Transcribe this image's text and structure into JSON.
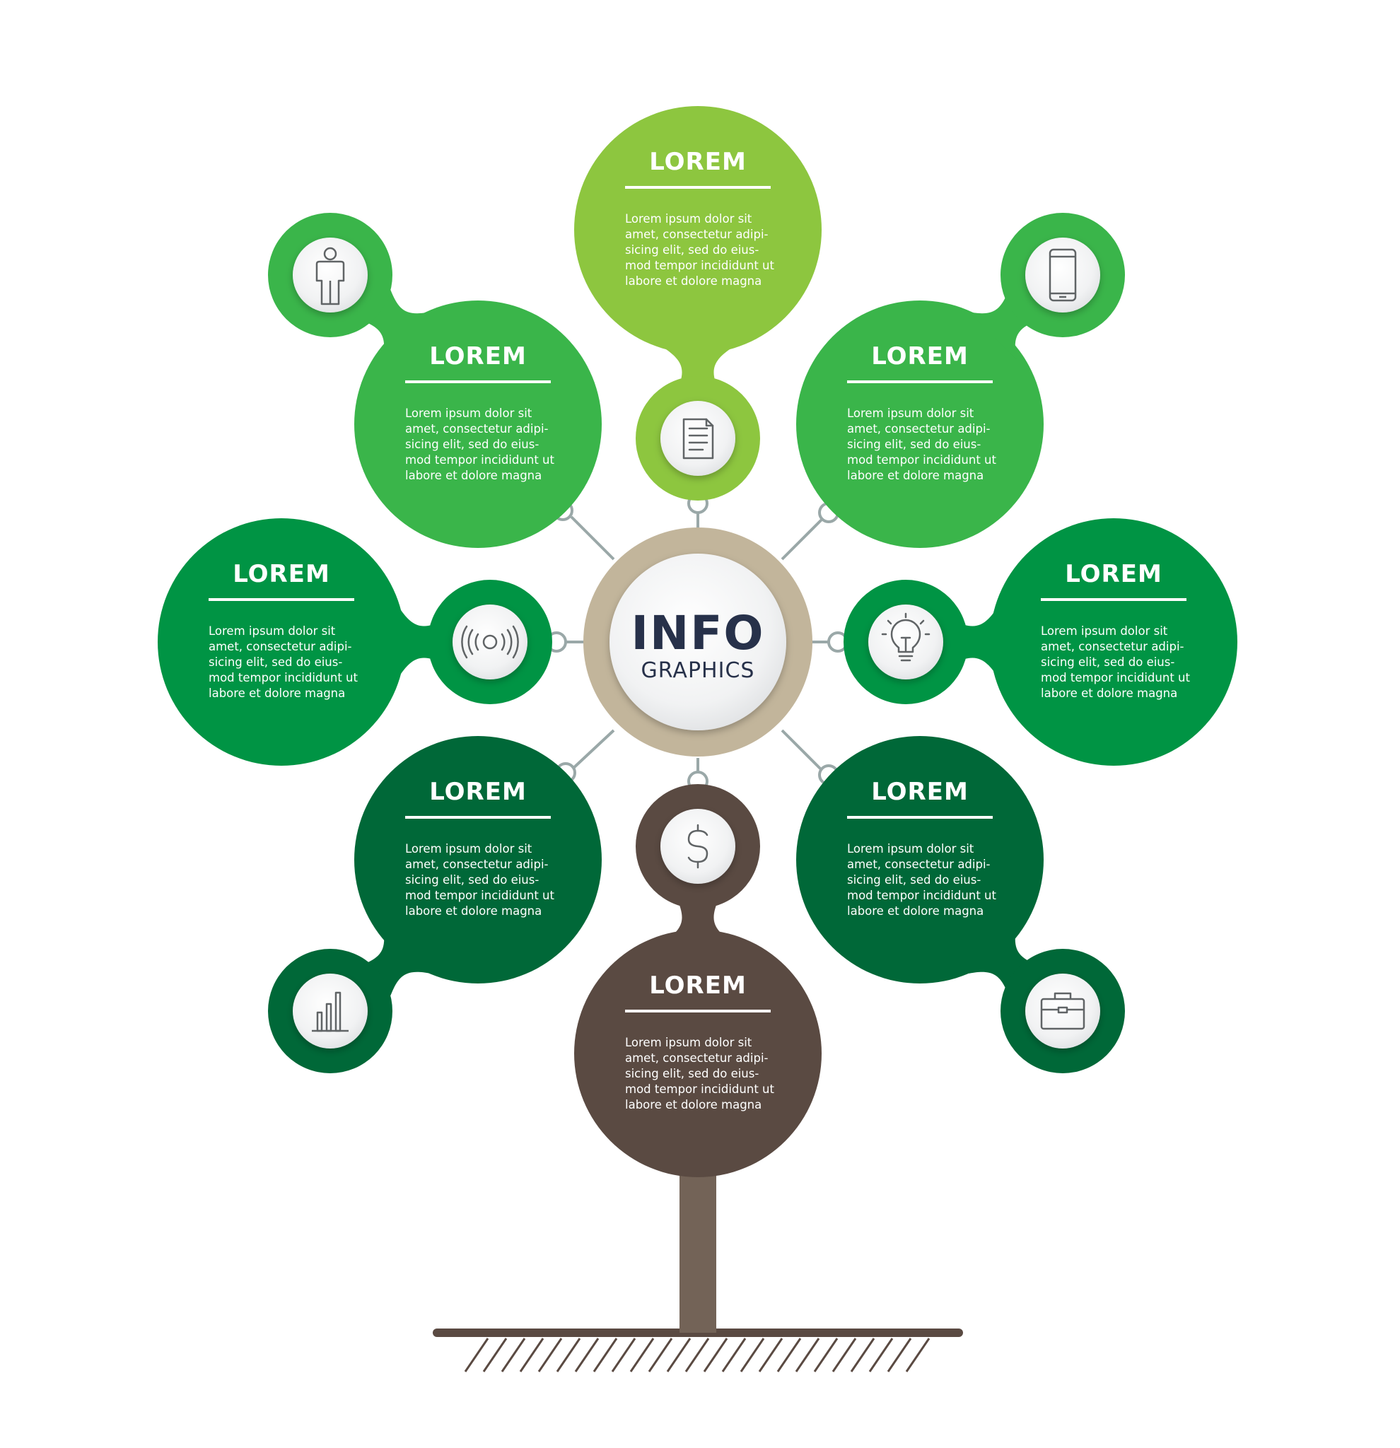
{
  "center": {
    "title": "INFO",
    "subtitle": "GRAPHICS"
  },
  "colors": {
    "top": "#8dc63f",
    "upper": "#3ab54a",
    "middle": "#009444",
    "lower": "#006838",
    "root": "#5a4a42",
    "trunk": "#736357",
    "ring": "#c2b59b",
    "connector": "#9aa8a8"
  },
  "nodes": [
    {
      "id": "top",
      "title": "LOREM",
      "color": "top",
      "icon": "document-icon",
      "lines": [
        "Lorem ipsum dolor sit",
        "amet, consectetur adipi-",
        "sicing elit, sed do eius-",
        "mod tempor incididunt ut",
        "labore et dolore magna"
      ]
    },
    {
      "id": "upper-left",
      "title": "LOREM",
      "color": "upper",
      "icon": "person-icon",
      "lines": [
        "Lorem ipsum dolor sit",
        "amet, consectetur adipi-",
        "sicing elit, sed do eius-",
        "mod tempor incididunt ut",
        "labore et dolore magna"
      ]
    },
    {
      "id": "upper-right",
      "title": "LOREM",
      "color": "upper",
      "icon": "phone-icon",
      "lines": [
        "Lorem ipsum dolor sit",
        "amet, consectetur adipi-",
        "sicing elit, sed do eius-",
        "mod tempor incididunt ut",
        "labore et dolore magna"
      ]
    },
    {
      "id": "middle-left",
      "title": "LOREM",
      "color": "middle",
      "icon": "signal-icon",
      "lines": [
        "Lorem ipsum dolor sit",
        "amet, consectetur adipi-",
        "sicing elit, sed do eius-",
        "mod tempor incididunt ut",
        "labore et dolore magna"
      ]
    },
    {
      "id": "middle-right",
      "title": "LOREM",
      "color": "middle",
      "icon": "lightbulb-icon",
      "lines": [
        "Lorem ipsum dolor sit",
        "amet, consectetur adipi-",
        "sicing elit, sed do eius-",
        "mod tempor incididunt ut",
        "labore et dolore magna"
      ]
    },
    {
      "id": "lower-left",
      "title": "LOREM",
      "color": "lower",
      "icon": "bar-chart-icon",
      "lines": [
        "Lorem ipsum dolor sit",
        "amet, consectetur adipi-",
        "sicing elit, sed do eius-",
        "mod tempor incididunt ut",
        "labore et dolore magna"
      ]
    },
    {
      "id": "lower-right",
      "title": "LOREM",
      "color": "lower",
      "icon": "briefcase-icon",
      "lines": [
        "Lorem ipsum dolor sit",
        "amet, consectetur adipi-",
        "sicing elit, sed do eius-",
        "mod tempor incididunt ut",
        "labore et dolore magna"
      ]
    },
    {
      "id": "root",
      "title": "LOREM",
      "color": "root",
      "icon": "dollar-icon",
      "lines": [
        "Lorem ipsum dolor sit",
        "amet, consectetur adipi-",
        "sicing elit, sed do eius-",
        "mod tempor incididunt ut",
        "labore et dolore magna"
      ]
    }
  ]
}
